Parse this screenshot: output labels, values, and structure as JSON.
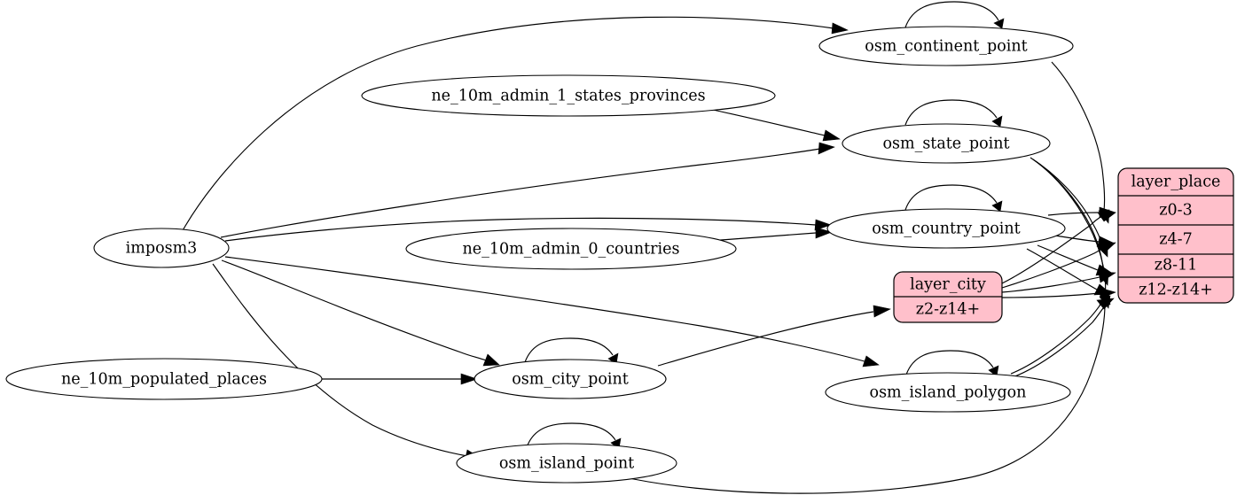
{
  "diagram": {
    "title": "osm place layers dependency graph",
    "background_color": "#ffffff",
    "node_fill_color": "#ffffff",
    "record_fill_color": "#ffc0cb",
    "stroke_color": "#000000"
  },
  "nodes": {
    "imposm3": {
      "label": "imposm3",
      "shape": "ellipse"
    },
    "ne_10m_admin_1_states_provinces": {
      "label": "ne_10m_admin_1_states_provinces",
      "shape": "ellipse"
    },
    "ne_10m_admin_0_countries": {
      "label": "ne_10m_admin_0_countries",
      "shape": "ellipse"
    },
    "ne_10m_populated_places": {
      "label": "ne_10m_populated_places",
      "shape": "ellipse"
    },
    "osm_continent_point": {
      "label": "osm_continent_point",
      "shape": "ellipse"
    },
    "osm_state_point": {
      "label": "osm_state_point",
      "shape": "ellipse"
    },
    "osm_country_point": {
      "label": "osm_country_point",
      "shape": "ellipse"
    },
    "osm_city_point": {
      "label": "osm_city_point",
      "shape": "ellipse"
    },
    "osm_island_point": {
      "label": "osm_island_point",
      "shape": "ellipse"
    },
    "osm_island_polygon": {
      "label": "osm_island_polygon",
      "shape": "ellipse"
    }
  },
  "records": {
    "layer_city": {
      "header": "layer_city",
      "rows": [
        "z2-z14+"
      ],
      "fill": "#ffc0cb"
    },
    "layer_place": {
      "header": "layer_place",
      "rows": [
        "z0-3",
        "z4-7",
        "z8-11",
        "z12-z14+"
      ],
      "fill": "#ffc0cb"
    }
  },
  "edges": [
    {
      "from": "imposm3",
      "to": "osm_continent_point"
    },
    {
      "from": "imposm3",
      "to": "osm_state_point"
    },
    {
      "from": "imposm3",
      "to": "osm_country_point"
    },
    {
      "from": "imposm3",
      "to": "osm_city_point"
    },
    {
      "from": "imposm3",
      "to": "osm_island_point"
    },
    {
      "from": "imposm3",
      "to": "osm_island_polygon"
    },
    {
      "from": "ne_10m_admin_1_states_provinces",
      "to": "osm_state_point"
    },
    {
      "from": "ne_10m_admin_0_countries",
      "to": "osm_country_point"
    },
    {
      "from": "ne_10m_populated_places",
      "to": "osm_city_point"
    },
    {
      "from": "osm_continent_point",
      "to": "osm_continent_point"
    },
    {
      "from": "osm_state_point",
      "to": "osm_state_point"
    },
    {
      "from": "osm_country_point",
      "to": "osm_country_point"
    },
    {
      "from": "osm_city_point",
      "to": "osm_city_point"
    },
    {
      "from": "osm_island_point",
      "to": "osm_island_point"
    },
    {
      "from": "osm_island_polygon",
      "to": "osm_island_polygon"
    },
    {
      "from": "osm_continent_point",
      "to": "layer_place.z0-3"
    },
    {
      "from": "osm_state_point",
      "to": "layer_place.z4-7"
    },
    {
      "from": "osm_state_point",
      "to": "layer_place.z8-11"
    },
    {
      "from": "osm_state_point",
      "to": "layer_place.z12-z14+"
    },
    {
      "from": "osm_country_point",
      "to": "layer_place.z0-3"
    },
    {
      "from": "osm_country_point",
      "to": "layer_place.z4-7"
    },
    {
      "from": "osm_country_point",
      "to": "layer_place.z8-11"
    },
    {
      "from": "osm_country_point",
      "to": "layer_place.z12-z14+"
    },
    {
      "from": "osm_city_point",
      "to": "layer_city.z2-z14+"
    },
    {
      "from": "layer_city",
      "to": "layer_place.z0-3"
    },
    {
      "from": "layer_city",
      "to": "layer_place.z4-7"
    },
    {
      "from": "layer_city",
      "to": "layer_place.z8-11"
    },
    {
      "from": "layer_city",
      "to": "layer_place.z12-z14+"
    },
    {
      "from": "osm_island_polygon",
      "to": "layer_place.z12-z14+"
    },
    {
      "from": "osm_island_point",
      "to": "layer_place.z12-z14+"
    }
  ]
}
